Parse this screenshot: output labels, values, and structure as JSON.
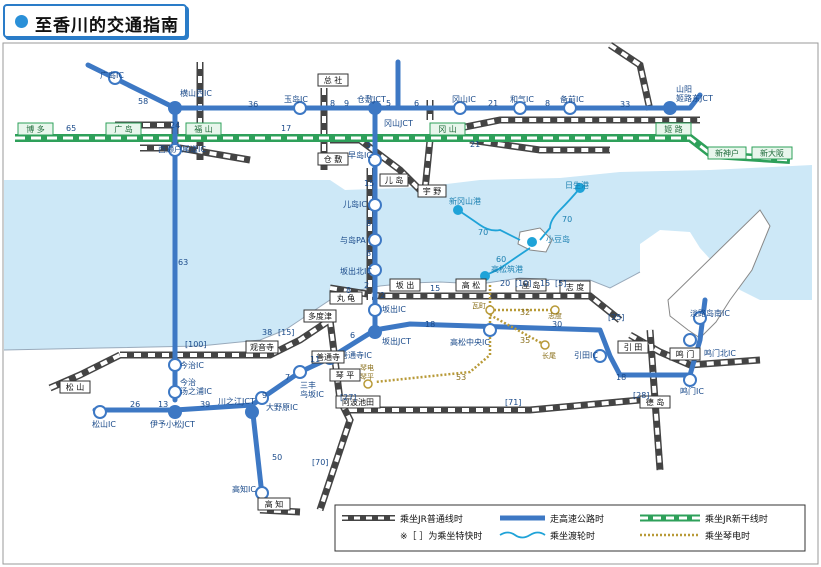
{
  "title": "至香川的交通指南",
  "colors": {
    "highway": "#3d78c4",
    "sea": "#cde8f7",
    "shinkansen": "#2ea05a",
    "ferry": "#1fa3d8",
    "kotoden": "#b89a38",
    "jr": "#555555"
  },
  "places": [
    {
      "id": "hiroshima_ic",
      "text": "广岛IC"
    },
    {
      "id": "sanyo_hiroshimanishi",
      "text": "横山西IC"
    },
    {
      "id": "tamashima",
      "text": "玉岛IC"
    },
    {
      "id": "kurashiki_jct",
      "text": "仓敷JCT"
    },
    {
      "id": "okayama_ic",
      "text": "冈山IC"
    },
    {
      "id": "wake_ic",
      "text": "和气IC"
    },
    {
      "id": "bizen_ic",
      "text": "备前IC"
    },
    {
      "id": "sanyo_himeji",
      "text": "山阳\n姬路东JCT"
    },
    {
      "id": "okayama_jct",
      "text": "冈山JCT"
    },
    {
      "id": "saijo_ic",
      "text": "西濑户尾道IC"
    },
    {
      "id": "hayashima",
      "text": "早岛IC"
    },
    {
      "id": "kojima_ic",
      "text": "儿岛IC"
    },
    {
      "id": "yoshima_pa",
      "text": "与岛PA"
    },
    {
      "id": "sakaide_kita",
      "text": "坂出北IC"
    },
    {
      "id": "sakaide_ic",
      "text": "坂出IC"
    },
    {
      "id": "sakaide_jct",
      "text": "坂出JCT"
    },
    {
      "id": "zentsuji_ic",
      "text": "善通寺IC"
    },
    {
      "id": "mitoyo",
      "text": "三丰\n鸟坂IC"
    },
    {
      "id": "onohara",
      "text": "大野原IC"
    },
    {
      "id": "kawanoe_jct",
      "text": "川之江JCT"
    },
    {
      "id": "imabari",
      "text": "今治IC"
    },
    {
      "id": "imabari_yunoura",
      "text": "今治\n汤之浦IC"
    },
    {
      "id": "iyo_komatsu",
      "text": "伊予小松JCT"
    },
    {
      "id": "matsuyama_ic",
      "text": "松山IC"
    },
    {
      "id": "kochi_ic",
      "text": "高知IC"
    },
    {
      "id": "takamatsu_chuo",
      "text": "高松中央IC"
    },
    {
      "id": "hiketa",
      "text": "引田IC"
    },
    {
      "id": "naruto_kita",
      "text": "鸣门北IC"
    },
    {
      "id": "naruto_ic",
      "text": "鸣门IC"
    },
    {
      "id": "awaji_minami",
      "text": "淡路岛南IC"
    },
    {
      "id": "shin_okayama",
      "text": "新冈山港"
    },
    {
      "id": "hinase",
      "text": "日生港"
    },
    {
      "id": "shodoshima",
      "text": "小豆岛"
    },
    {
      "id": "takamatsu_port",
      "text": "高松筑港"
    },
    {
      "id": "kawaramachi",
      "text": "瓦町"
    },
    {
      "id": "shido",
      "text": "志度"
    },
    {
      "id": "nagao",
      "text": "长尾"
    },
    {
      "id": "kotohira_k",
      "text": "琴电\n琴平"
    }
  ],
  "stations": [
    {
      "id": "hakata",
      "text": "博 多"
    },
    {
      "id": "hiroshima",
      "text": "广 岛"
    },
    {
      "id": "fukuyama",
      "text": "福 山"
    },
    {
      "id": "okayama",
      "text": "冈 山"
    },
    {
      "id": "himeji",
      "text": "姬 路"
    },
    {
      "id": "shinkobe",
      "text": "新神户"
    },
    {
      "id": "shinosaka",
      "text": "新大阪"
    },
    {
      "id": "soja",
      "text": "总 社"
    },
    {
      "id": "kurashiki",
      "text": "仓 敷"
    },
    {
      "id": "kojima",
      "text": "儿 岛"
    },
    {
      "id": "uno",
      "text": "宇 野"
    },
    {
      "id": "marugame",
      "text": "丸 龟"
    },
    {
      "id": "sakaide",
      "text": "坂 出"
    },
    {
      "id": "takamatsu",
      "text": "高 松"
    },
    {
      "id": "yashima",
      "text": "屋 岛"
    },
    {
      "id": "shido_st",
      "text": "志 度"
    },
    {
      "id": "tadotsu",
      "text": "多度津"
    },
    {
      "id": "kanonji",
      "text": "观音寺"
    },
    {
      "id": "zentsuji",
      "text": "善通寺"
    },
    {
      "id": "kotohira",
      "text": "琴 平"
    },
    {
      "id": "awa_ikeda",
      "text": "阿波池田"
    },
    {
      "id": "matsuyama",
      "text": "松 山"
    },
    {
      "id": "kochi",
      "text": "高 知"
    },
    {
      "id": "hiketa_st",
      "text": "引 田"
    },
    {
      "id": "naruto",
      "text": "鸣 门"
    },
    {
      "id": "tokushima",
      "text": "德 岛"
    }
  ],
  "route_numbers": [
    {
      "id": "n58",
      "text": "58"
    },
    {
      "id": "n24",
      "text": "24"
    },
    {
      "id": "n36",
      "text": "36"
    },
    {
      "id": "n8a",
      "text": "8"
    },
    {
      "id": "n9",
      "text": "9"
    },
    {
      "id": "n5",
      "text": "5"
    },
    {
      "id": "n6",
      "text": "6"
    },
    {
      "id": "n21a",
      "text": "21"
    },
    {
      "id": "n8b",
      "text": "8"
    },
    {
      "id": "n33",
      "text": "33"
    },
    {
      "id": "n65",
      "text": "65"
    },
    {
      "id": "n17",
      "text": "17"
    },
    {
      "id": "n21b",
      "text": "21"
    },
    {
      "id": "n3",
      "text": "3"
    },
    {
      "id": "n15a",
      "text": "15"
    },
    {
      "id": "n8c",
      "text": "8"
    },
    {
      "id": "n8d",
      "text": "8"
    },
    {
      "id": "n2a",
      "text": "2"
    },
    {
      "id": "n8e",
      "text": "8"
    },
    {
      "id": "n2b",
      "text": "2"
    },
    {
      "id": "n15b",
      "text": "15"
    },
    {
      "id": "n20",
      "text": "20"
    },
    {
      "id": "b10",
      "text": "[10]"
    },
    {
      "id": "n15c",
      "text": "15"
    },
    {
      "id": "b5",
      "text": "[5]"
    },
    {
      "id": "n63",
      "text": "63"
    },
    {
      "id": "n38",
      "text": "38"
    },
    {
      "id": "b15",
      "text": "[15]"
    },
    {
      "id": "n6b",
      "text": "6"
    },
    {
      "id": "n18a",
      "text": "18"
    },
    {
      "id": "n30",
      "text": "30"
    },
    {
      "id": "b25",
      "text": "[25]"
    },
    {
      "id": "b100",
      "text": "[100]"
    },
    {
      "id": "n11",
      "text": "11"
    },
    {
      "id": "n7",
      "text": "7"
    },
    {
      "id": "n9b",
      "text": "9"
    },
    {
      "id": "n26",
      "text": "26"
    },
    {
      "id": "n13",
      "text": "13"
    },
    {
      "id": "n39",
      "text": "39"
    },
    {
      "id": "b27",
      "text": "[27]"
    },
    {
      "id": "b71",
      "text": "[71]"
    },
    {
      "id": "b28",
      "text": "[28]"
    },
    {
      "id": "n18b",
      "text": "18"
    },
    {
      "id": "n50",
      "text": "50"
    },
    {
      "id": "b70",
      "text": "[70]"
    },
    {
      "id": "n70",
      "text": "70"
    },
    {
      "id": "n70b",
      "text": "70"
    },
    {
      "id": "n60",
      "text": "60"
    },
    {
      "id": "n32",
      "text": "32"
    },
    {
      "id": "n35",
      "text": "35"
    },
    {
      "id": "n53",
      "text": "53"
    }
  ],
  "legend": {
    "jr": "乘坐JR普通线时",
    "jr_note": "※［ ］为乘坐特快时",
    "highway": "走高速公路时",
    "ferry": "乘坐渡轮时",
    "shinkansen": "乘坐JR新干线时",
    "kotoden": "乘坐琴电时"
  }
}
